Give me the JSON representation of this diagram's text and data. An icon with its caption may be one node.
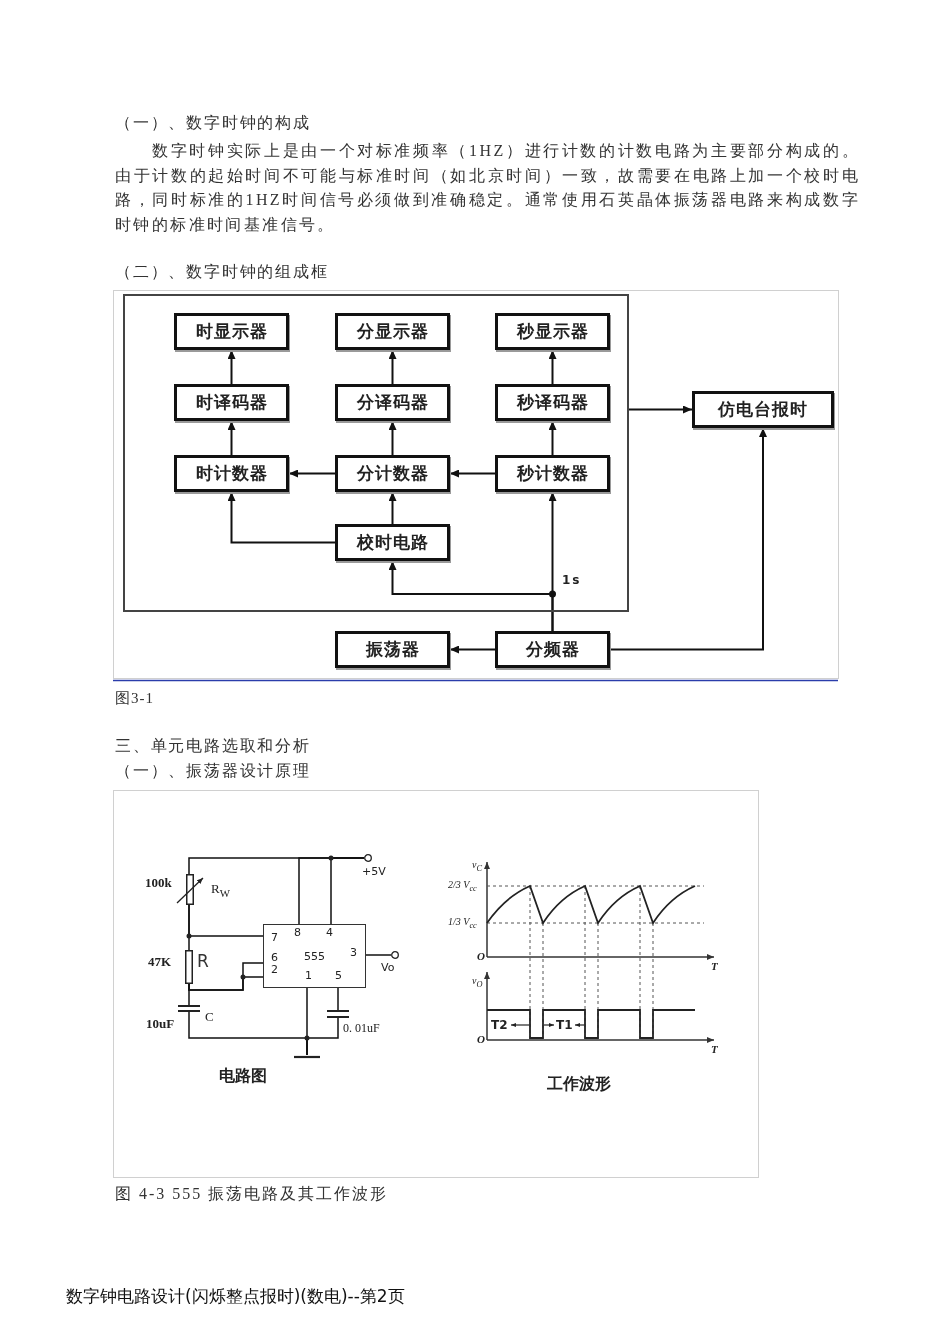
{
  "diagram": {
    "nodes": [
      {
        "text": [],
        "shape": "box"
      },
      {
        "text": [
          "时显示器"
        ],
        "in": 0
      },
      {
        "text": [
          "分显示器"
        ],
        "in": 0
      },
      {
        "text": [
          "秒显示器"
        ],
        "in": 0
      },
      {
        "text": [
          "时译码器"
        ],
        "in": 0
      },
      {
        "text": [
          "分译码器"
        ],
        "in": 0
      },
      {
        "text": [
          "秒译码器"
        ],
        "in": 0
      },
      {
        "text": [
          "时计数器"
        ],
        "in": 0
      },
      {
        "text": [
          "分计数器"
        ],
        "in": 0
      },
      {
        "text": [
          "秒计数器"
        ],
        "in": 0
      },
      {
        "text": [
          "校时电路"
        ],
        "in": 0
      },
      {
        "text": [
          "仿电台报时"
        ]
      },
      {
        "text": [
          "振荡器"
        ]
      },
      {
        "text": [
          "分频器"
        ]
      },
      {
        "text": [],
        "shape": "circle",
        "beside": [
          "+5V"
        ]
      },
      {
        "text": [],
        "shape": "resistor",
        "beside": [
          "100k",
          "R$_{W}$"
        ]
      },
      {
        "text": [
          "555"
        ]
      },
      {
        "text": [],
        "shape": "circle",
        "beside": [
          "Vo"
        ]
      },
      {
        "text": [],
        "shape": "resistor",
        "beside": [
          "47K",
          "R"
        ]
      },
      {
        "text": [],
        "shape": "capacitor",
        "beside": [
          "C",
          "10uF"
        ]
      },
      {
        "text": [],
        "shape": "capacitor",
        "beside": [
          "0. 01uF"
        ]
      },
      {
        "text": [],
        "shape": "ground"
      }
    ],
    "edges": [
      {
        "from": 4,
        "to": 1,
        "arrow": "to"
      },
      {
        "from": 7,
        "to": 4,
        "arrow": "to"
      },
      {
        "from": 5,
        "to": 2,
        "arrow": "to"
      },
      {
        "from": 8,
        "to": 5,
        "arrow": "to"
      },
      {
        "from": 6,
        "to": 3,
        "arrow": "to"
      },
      {
        "from": 9,
        "to": 6,
        "arrow": "to"
      },
      {
        "from": 8,
        "to": 7,
        "arrow": "to"
      },
      {
        "from": 9,
        "to": 8,
        "arrow": "to"
      },
      {
        "from": 10,
        "to": 7,
        "arrow": "to"
      },
      {
        "from": 10,
        "to": 8,
        "arrow": "to"
      },
      {
        "from": 13,
        "to": 9,
        "arrow": "to"
      },
      {
        "from": 13,
        "to": 10,
        "arrow": "to"
      },
      {
        "from": 13,
        "to": 12,
        "arrow": "to"
      },
      {
        "from": 0,
        "to": 11,
        "arrow": "to"
      },
      {
        "from": 13,
        "to": 11,
        "arrow": "to"
      },
      {
        "from": 14,
        "to": 15,
        "arrow": "none"
      },
      {
        "from": 14,
        "to": 16,
        "arrow": "none"
      },
      {
        "from": 14,
        "to": 16,
        "arrow": "none"
      },
      {
        "from": 15,
        "to": 18,
        "arrow": "none"
      },
      {
        "from": 15,
        "to": 16,
        "arrow": "none"
      },
      {
        "from": 18,
        "to": 19,
        "arrow": "none"
      },
      {
        "from": 18,
        "to": 16,
        "arrow": "none"
      },
      {
        "from": 18,
        "to": 16,
        "arrow": "none"
      },
      {
        "from": 19,
        "to": 21,
        "arrow": "none"
      },
      {
        "from": 16,
        "to": 21,
        "arrow": "none"
      },
      {
        "from": 16,
        "to": 20,
        "arrow": "none"
      },
      {
        "from": 20,
        "to": 21,
        "arrow": "none"
      },
      {
        "from": 16,
        "to": 17,
        "arrow": "none"
      }
    ],
    "labels": [
      "（一）、数字时钟的构成",
      "数字时钟实际上是由一个对标准频率（1HZ）进行计数的计数电路为主要部分构成的。由于计数的起始时间不可能与标准时间（如北京时间）一致，故需要在电路上加一个校时电路，同时标准的1HZ时间信号必须做到准确稳定。通常使用石英晶体振荡器电路来构成数字时钟的标准时间基准信号。",
      "（二）、数字时钟的组成框",
      "1s",
      "图3-1",
      "三、单元电路选取和分析",
      "（一）、振荡器设计原理",
      "7",
      "8",
      "4",
      "6",
      "2",
      "3",
      "1",
      "5",
      "电路图",
      "v$_{C}$",
      "2/3 V$_{cc}$",
      "1/3 V$_{cc}$",
      "O",
      "T",
      "v$_{O}$",
      "T2",
      "T1",
      "O",
      "T",
      "工作波形",
      "图 4-3 555 振荡电路及其工作波形",
      "数字钟电路设计(闪烁整点报时)(数电)--第2页"
    ]
  }
}
